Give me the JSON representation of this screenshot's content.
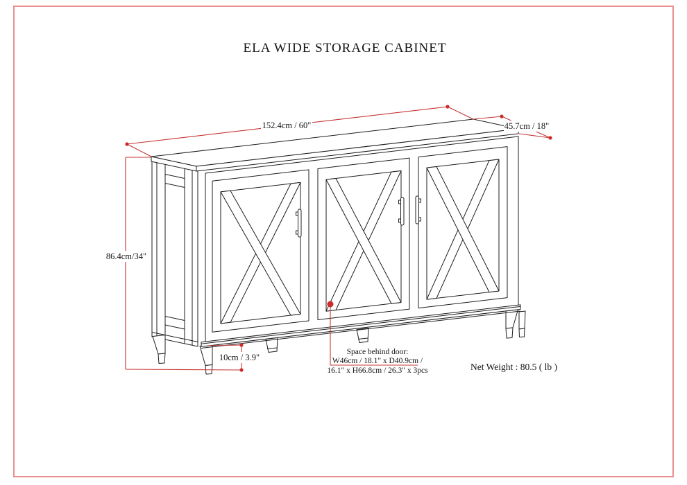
{
  "title": "ELA WIDE STORAGE CABINET",
  "dimensions": {
    "width": "152.4cm / 60\"",
    "depth": "45.7cm / 18\"",
    "height": "86.4cm/34\"",
    "leg_height": "10cm / 3.9\""
  },
  "annotations": {
    "space_line1": "Space behind door:",
    "space_line2": "W46cm / 18.1\" x D40.9cm /",
    "space_line3": "16.1\" x H66.8cm / 26.3\" x 3pcs",
    "net_weight": "Net Weight : 80.5 ( lb )"
  },
  "colors": {
    "dimension_red": "#c63434",
    "page_border_red": "#e89090",
    "line_black": "#1d1d1d"
  }
}
